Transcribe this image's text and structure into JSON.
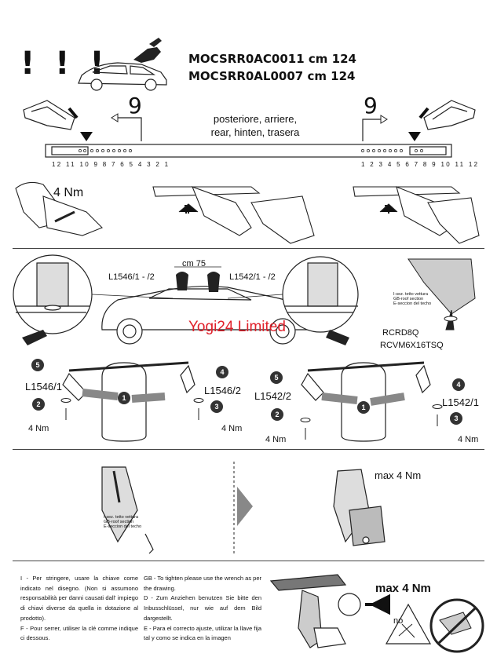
{
  "header": {
    "warning": "! ! !",
    "code1": "MOCSRR0AC0011 cm 124",
    "code2": "MOCSRR0AL0007 cm 124"
  },
  "rail": {
    "nine_left": "9",
    "nine_right": "9",
    "rear_label_1": "posteriore, arriere,",
    "rear_label_2": "rear, hinten, trasera",
    "numbers_left": "12 11 10 9 8 7 6 5 4 3 2 1",
    "numbers_right": "1 2 3 4 5 6 7 8 9 10 11 12",
    "torque": "4 Nm"
  },
  "mount": {
    "distance": "cm 75",
    "left_code": "L1546/1 - /2",
    "right_code": "L1542/1 - /2",
    "watermark": "Yogi24 Limited",
    "section_note": [
      "I-sez. tetto vettura",
      "GB-roof section",
      "E-seccion del techo"
    ],
    "part1": "RCRD8Q",
    "part2": "RCVM6X16TSQ"
  },
  "steps": {
    "left": {
      "top_label": "L1546/1",
      "bottom_label": "L1546/2",
      "torque_left": "4 Nm",
      "torque_right": "4 Nm"
    },
    "right": {
      "top_label": "L1542/2",
      "bottom_label": "L1542/1",
      "torque_left": "4 Nm",
      "torque_right": "4 Nm"
    },
    "badges": [
      "1",
      "2",
      "3",
      "4",
      "5"
    ]
  },
  "final": {
    "max_torque": "max 4 Nm",
    "section_note": [
      "I-sez. tetto vettura",
      "GB-roof section",
      "E-seccion del techo"
    ]
  },
  "instructions": {
    "it": "I - Per stringere, usare la chiave come indicato nel disegno. (Non si assumono responsabilità per danni causati dall' impiego di chiavi diverse da quella in dotazione al prodotto).",
    "fr": "F - Pour serrer, utiliser la clé comme indique ci dessous.",
    "gb": "GB - To tighten please use the wrench as per the drawing.",
    "de": "D - Zum Anziehen benutzen Sie bitte den Inbusschlüssel, nur wie auf dem Bild dargestellt.",
    "es": "E - Para el correcto ajuste, utilizar la llave fija tal y como se indica en la imagen",
    "max_torque": "max 4 Nm",
    "no_label": "no"
  }
}
